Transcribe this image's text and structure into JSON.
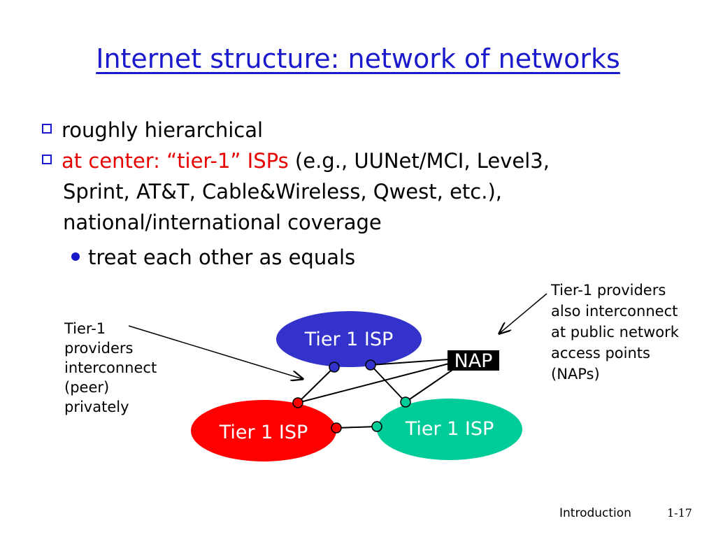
{
  "title": "Internet structure: network of networks",
  "bullets": {
    "b1": "roughly hierarchical",
    "b2_red": "at center: “tier-1” ISPs",
    "b2_rest": " (e.g., UUNet/MCI, Level3,",
    "b2_line2": "Sprint, AT&T, Cable&Wireless, Qwest, etc.),",
    "b2_line3": "national/international coverage",
    "sub1": "treat each other as equals"
  },
  "diagram": {
    "isp_top": "Tier 1 ISP",
    "isp_left": "Tier 1 ISP",
    "isp_right": "Tier 1 ISP",
    "nap": "NAP",
    "colors": {
      "isp_top": "#3333cc",
      "isp_left": "#ff0000",
      "isp_right": "#00cc99",
      "nap": "#000000"
    }
  },
  "notes": {
    "left": [
      "Tier-1",
      "providers",
      "interconnect",
      "(peer)",
      "privately"
    ],
    "right": [
      "Tier-1 providers",
      "also interconnect",
      "at public network",
      "access points",
      "(NAPs)"
    ]
  },
  "footer": {
    "section": "Introduction",
    "page": "1-17"
  }
}
